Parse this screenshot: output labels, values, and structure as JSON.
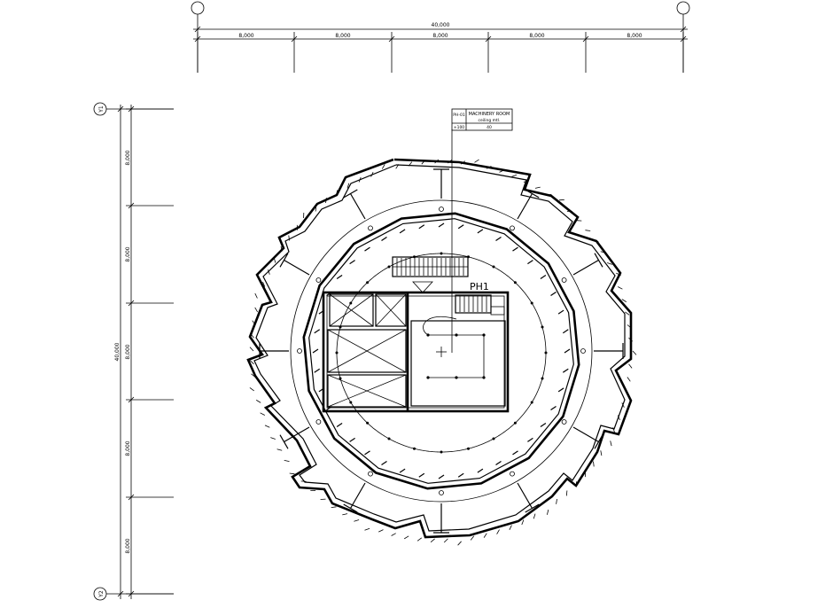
{
  "dimensions_top": {
    "overall": "40,000",
    "segments": [
      "8,000",
      "8,000",
      "8,000",
      "8,000",
      "8,000"
    ]
  },
  "dimensions_left": {
    "overall": "40,000",
    "segments": [
      "8,000",
      "8,000",
      "8,000",
      "8,000",
      "8,000"
    ]
  },
  "grid_bubbles_left": {
    "top": "Y1",
    "bottom": "Y2"
  },
  "room_tag": {
    "code": "PH-01",
    "name": "MACHINERY ROOM",
    "subtitle": "ceiling mtl.",
    "level": "+100",
    "area": "40"
  },
  "plan_label": "PH1"
}
